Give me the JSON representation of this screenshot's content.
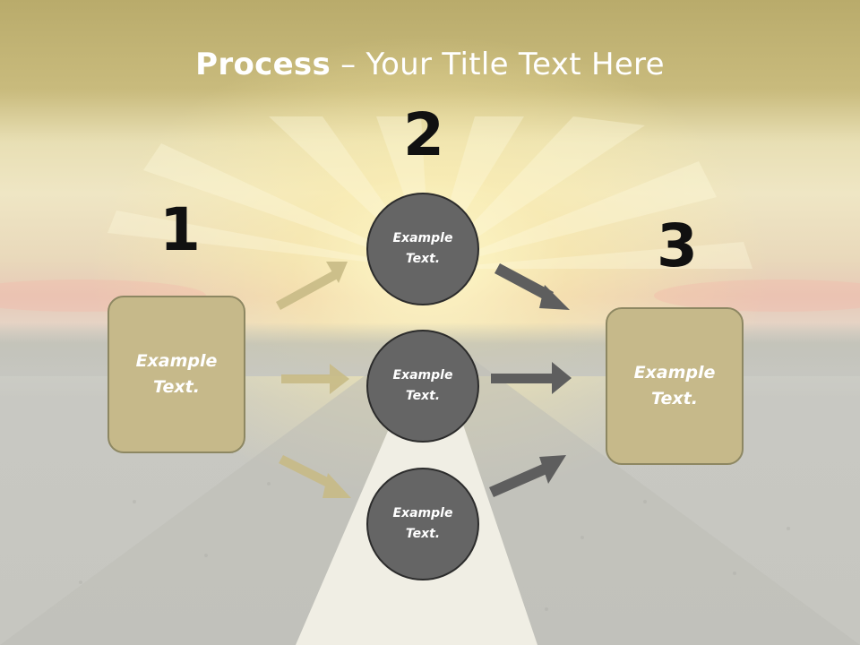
{
  "title": {
    "bold": "Process",
    "rest": " – Your Title Text Here"
  },
  "steps": {
    "step1": {
      "number": "1",
      "text": "Example\nText."
    },
    "step2": {
      "number": "2",
      "circles": [
        "Example\nText.",
        "Example\nText.",
        "Example\nText."
      ]
    },
    "step3": {
      "number": "3",
      "text": "Example\nText."
    }
  },
  "colors": {
    "box_fill": "#c6b98a",
    "box_border": "#8d8762",
    "circle_fill": "#656565",
    "circle_border": "#2c2c2c",
    "left_arrows": "#c8bb86",
    "right_arrows": "#5e5e5e",
    "title_band": "#b9ab6b"
  }
}
